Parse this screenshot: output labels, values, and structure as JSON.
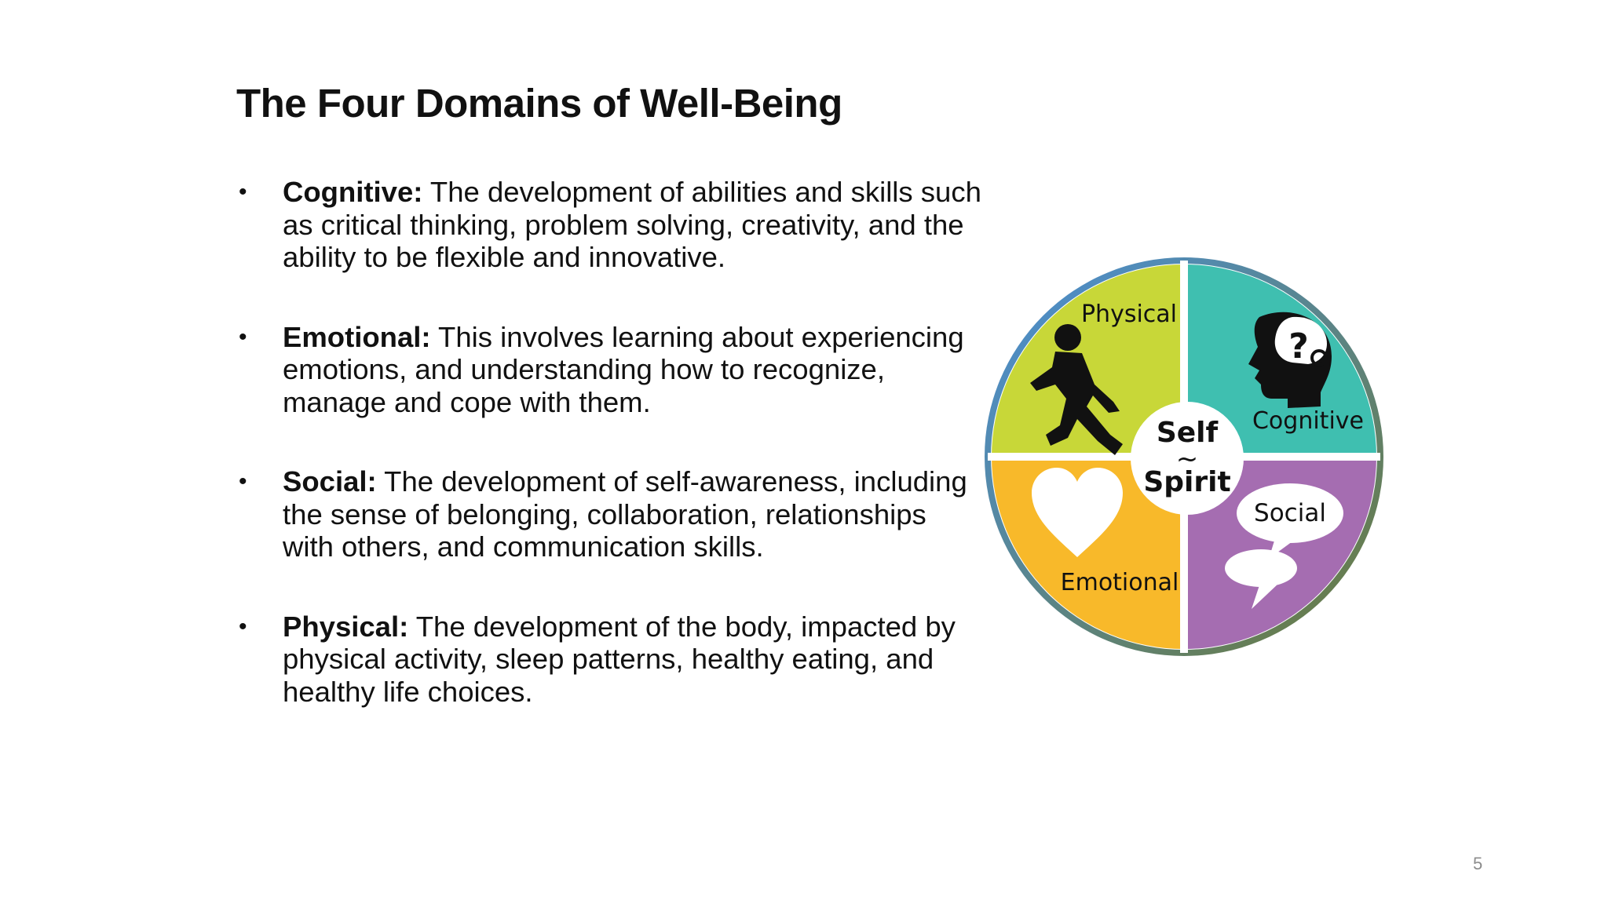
{
  "slide": {
    "title": "The Four Domains of Well-Being",
    "page_number": "5"
  },
  "bullets": [
    {
      "term": "Cognitive:",
      "text": " The development of abilities and skills such as critical thinking, problem solving, creativity, and the ability to be flexible and innovative."
    },
    {
      "term": "Emotional:",
      "text": " This involves learning about experiencing emotions, and understanding how to recognize, manage and cope with them."
    },
    {
      "term": "Social:",
      "text": " The development of self-awareness, including the sense of belonging, collaboration, relationships with others, and communication skills."
    },
    {
      "term": "Physical:",
      "text": " The development of the body, impacted by physical activity, sleep patterns, healthy eating, and healthy life choices."
    }
  ],
  "diagram": {
    "quadrants": {
      "physical": {
        "label": "Physical",
        "color": "#c8d738"
      },
      "cognitive": {
        "label": "Cognitive",
        "color": "#3fbfb0"
      },
      "emotional": {
        "label": "Emotional",
        "color": "#f8b92a"
      },
      "social": {
        "label": "Social",
        "color": "#a56db1"
      }
    },
    "center": {
      "top": "Self",
      "mark": "~",
      "bottom": "Spirit"
    },
    "colors": {
      "ring_start": "#4a90d9",
      "ring_end": "#6b7a3a",
      "divider": "#ffffff",
      "icon": "#111111"
    },
    "icons": [
      "runner-icon",
      "head-question-icon",
      "heart-icon",
      "speech-bubbles-icon"
    ]
  }
}
